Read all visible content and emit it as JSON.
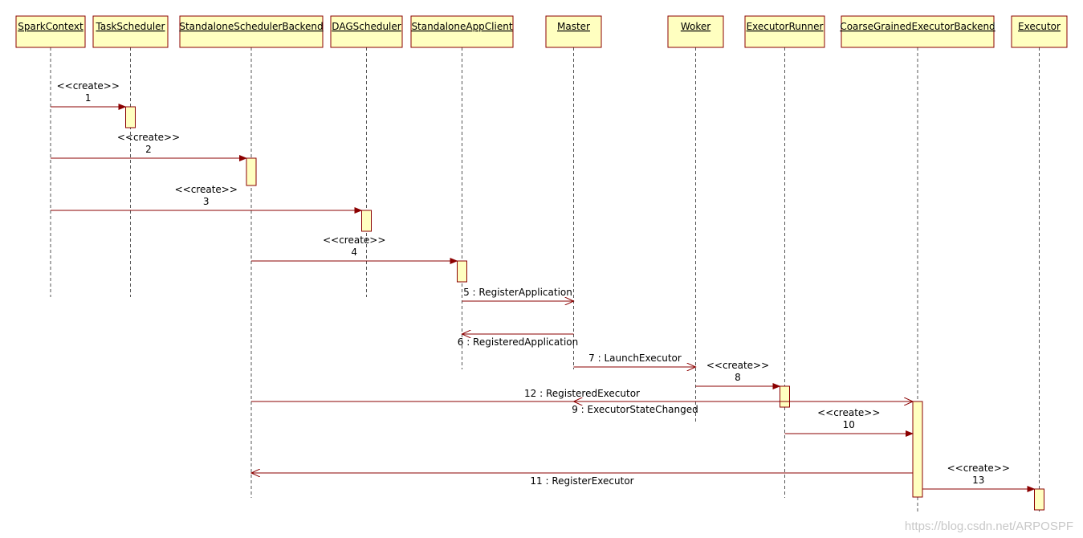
{
  "colors": {
    "box_fill": "#ffffc0",
    "box_stroke": "#8b0000",
    "message_line": "#8b0000",
    "text": "#000000",
    "lifeline": "#555555"
  },
  "participants": [
    {
      "id": "sc",
      "name": "SparkContext"
    },
    {
      "id": "ts",
      "name": "TaskScheduler"
    },
    {
      "id": "ssb",
      "name": "StandaloneSchedulerBackend"
    },
    {
      "id": "dag",
      "name": "DAGScheduler"
    },
    {
      "id": "sac",
      "name": "StandaloneAppClient"
    },
    {
      "id": "mas",
      "name": "Master"
    },
    {
      "id": "wok",
      "name": "Woker"
    },
    {
      "id": "er",
      "name": "ExecutorRunner"
    },
    {
      "id": "cgb",
      "name": "CoarseGrainedExecutorBackend"
    },
    {
      "id": "exe",
      "name": "Executor"
    }
  ],
  "messages": [
    {
      "from": "sc",
      "to": "ts",
      "number": "1",
      "stereotype": "<<create>>",
      "label": ""
    },
    {
      "from": "sc",
      "to": "ssb",
      "number": "2",
      "stereotype": "<<create>>",
      "label": ""
    },
    {
      "from": "sc",
      "to": "dag",
      "number": "3",
      "stereotype": "<<create>>",
      "label": ""
    },
    {
      "from": "ssb",
      "to": "sac",
      "number": "4",
      "stereotype": "<<create>>",
      "label": ""
    },
    {
      "from": "sac",
      "to": "mas",
      "number": "5",
      "stereotype": "",
      "label": "5 : RegisterApplication"
    },
    {
      "from": "mas",
      "to": "sac",
      "number": "6",
      "stereotype": "",
      "label": "6 : RegisteredApplication"
    },
    {
      "from": "mas",
      "to": "wok",
      "number": "7",
      "stereotype": "",
      "label": "7 : LaunchExecutor"
    },
    {
      "from": "wok",
      "to": "er",
      "number": "8",
      "stereotype": "<<create>>",
      "label": ""
    },
    {
      "from": "wok",
      "to": "mas",
      "number": "9",
      "stereotype": "",
      "label": "9 : ExecutorStateChanged"
    },
    {
      "from": "er",
      "to": "cgb",
      "number": "10",
      "stereotype": "<<create>>",
      "label": ""
    },
    {
      "from": "cgb",
      "to": "ssb",
      "number": "11",
      "stereotype": "",
      "label": "11 : RegisterExecutor"
    },
    {
      "from": "ssb",
      "to": "cgb",
      "number": "12",
      "stereotype": "",
      "label": "12 : RegisteredExecutor"
    },
    {
      "from": "cgb",
      "to": "exe",
      "number": "13",
      "stereotype": "<<create>>",
      "label": ""
    }
  ],
  "watermark": "https://blog.csdn.net/ARPOSPF"
}
